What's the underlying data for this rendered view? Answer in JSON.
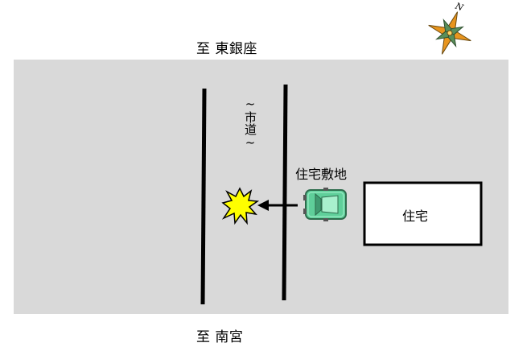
{
  "labels": {
    "to_north": "至 東銀座",
    "to_south": "至 南宮",
    "road": "~市道~",
    "residential_lot": "住宅敷地",
    "house": "住宅"
  },
  "compass": {
    "north_letter": "N"
  },
  "colors": {
    "ground": "#d9d9d9",
    "road_lines": "#000000",
    "house_fill": "#ffffff",
    "car_body": "#5fcf9a",
    "car_outline": "#2d6b4c",
    "collision_fill": "#ffff00",
    "compass_orange": "#e8951e",
    "compass_green": "#5a8f5a"
  },
  "icons": {
    "compass": "compass-rose-icon",
    "car": "car-top-view-icon",
    "collision": "collision-burst-icon",
    "direction_arrow": "arrow-left-icon"
  }
}
